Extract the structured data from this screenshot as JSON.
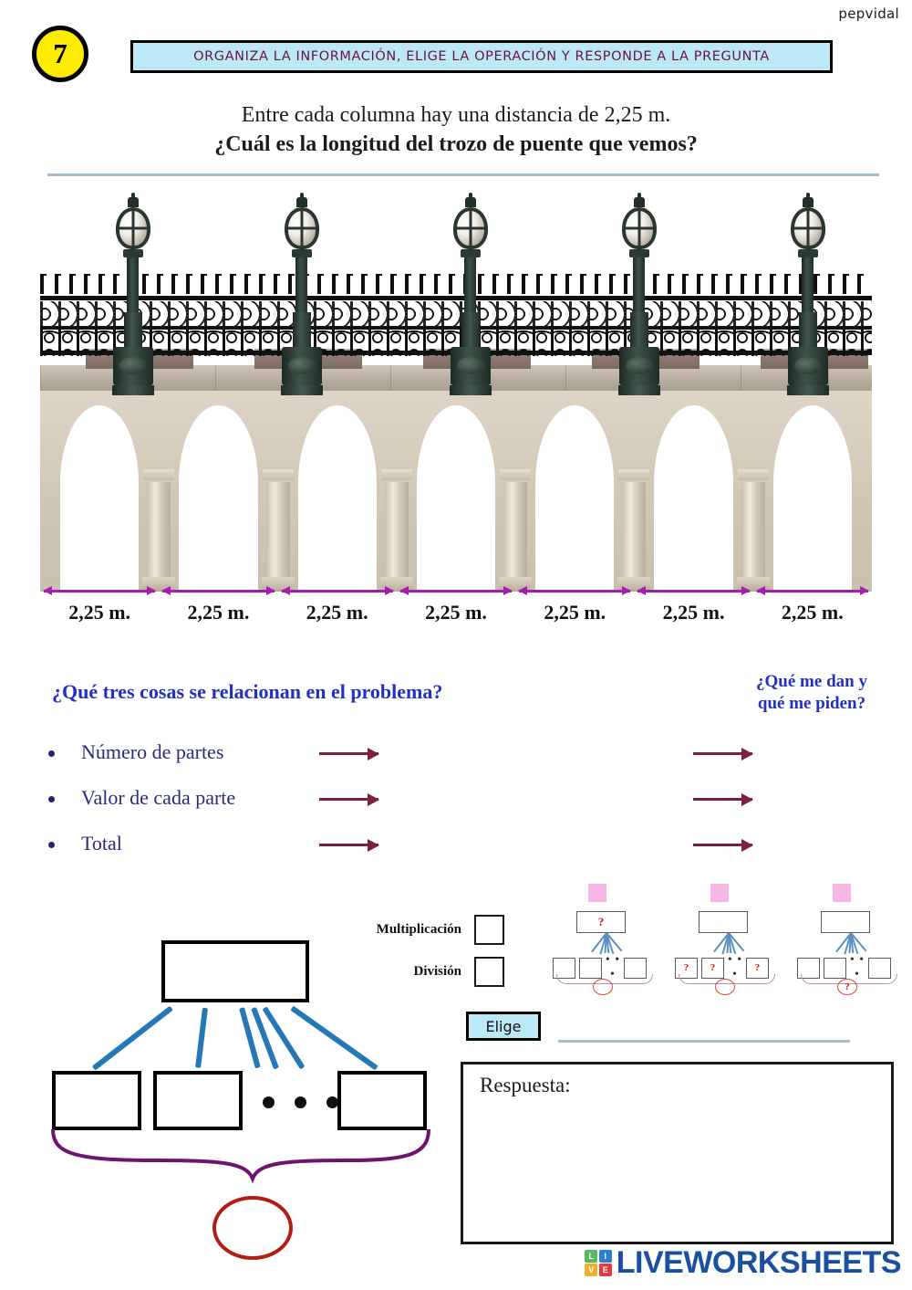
{
  "author": "pepvidal",
  "header": {
    "exercise_number": "7",
    "banner_text": "ORGANIZA LA INFORMACIÓN, ELIGE LA OPERACIÓN Y RESPONDE A LA PREGUNTA",
    "banner_bg": "#bde9f7",
    "banner_text_color": "#6a1240",
    "circle_bg": "#ffec00"
  },
  "problem": {
    "line1": "Entre cada columna hay una distancia de 2,25 m.",
    "line2": "¿Cuál es la longitud del trozo de puente que vemos?"
  },
  "bridge": {
    "measure_labels": [
      "2,25 m.",
      "2,25 m.",
      "2,25 m.",
      "2,25 m.",
      "2,25 m.",
      "2,25 m.",
      "2,25 m."
    ],
    "arrow_color": "#a31fb0",
    "num_segments": 7,
    "num_arches": 7,
    "num_lamps": 5
  },
  "relations": {
    "question": "¿Qué tres cosas se relacionan en el problema?",
    "right_question_line1": "¿Qué me dan y",
    "right_question_line2": "qué me piden?",
    "items": [
      {
        "label": "Número de partes"
      },
      {
        "label": "Valor de cada parte"
      },
      {
        "label": "Total"
      }
    ],
    "text_color": "#2430c0",
    "arrow_color": "#7d1f43"
  },
  "operation": {
    "options": [
      {
        "label": "Multiplicación",
        "checked": false
      },
      {
        "label": "División",
        "checked": false
      }
    ],
    "elige_label": "Elige",
    "minis": [
      {
        "top_mark": "?",
        "leaf_marks": [
          "",
          "",
          ""
        ],
        "circle_mark": "",
        "dots": "• • •"
      },
      {
        "top_mark": "",
        "leaf_marks": [
          "?",
          "?",
          "?"
        ],
        "circle_mark": "",
        "dots": "• • •"
      },
      {
        "top_mark": "",
        "leaf_marks": [
          "",
          "",
          ""
        ],
        "circle_mark": "?",
        "dots": "• • •"
      }
    ]
  },
  "answer": {
    "label": "Respuesta:",
    "value": ""
  },
  "footer": {
    "brand": "LIVEWORKSHEETS",
    "logo_letters": [
      {
        "char": "L",
        "color": "#5cb85c"
      },
      {
        "char": "I",
        "color": "#2d7fd4"
      },
      {
        "char": "V",
        "color": "#f0ad2e"
      },
      {
        "char": "E",
        "color": "#e23b3b"
      }
    ],
    "brand_color": "#1b4fa0"
  }
}
